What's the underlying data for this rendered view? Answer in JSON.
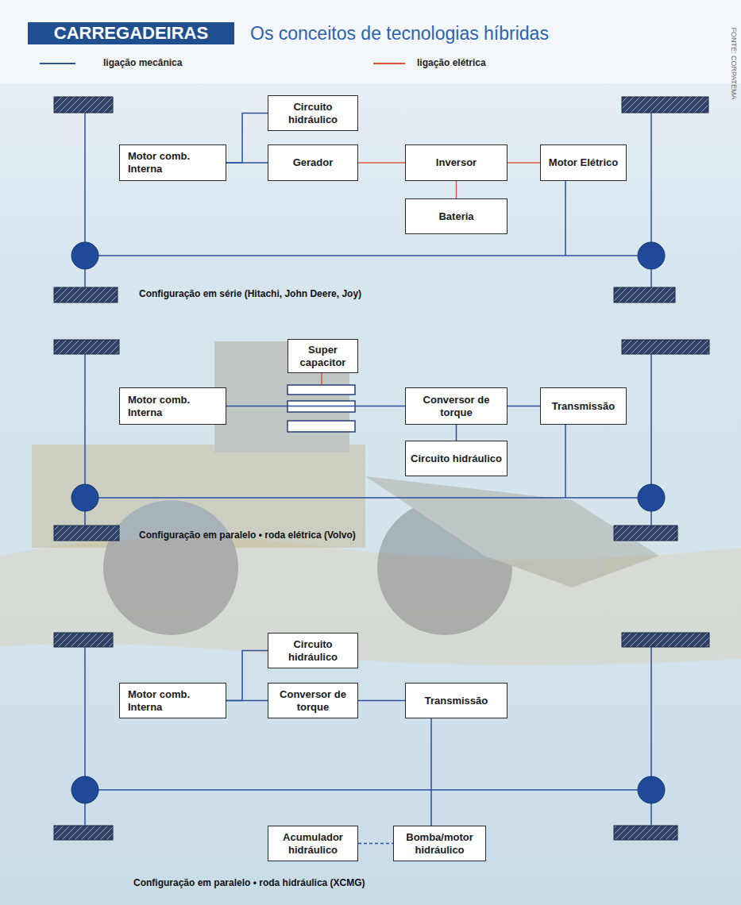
{
  "diagram": {
    "title": "CARREGADEIRAS",
    "nodes": [
      {
        "text": [
          "Circuito hidráulico"
        ]
      },
      {
        "text": [
          "Motor comb. Interna"
        ]
      },
      {
        "text": [
          "Gerador"
        ]
      },
      {
        "text": [
          "Inversor"
        ]
      },
      {
        "text": [
          "Motor Elétrico"
        ]
      },
      {
        "text": [
          "Bateria"
        ]
      },
      {
        "text": [
          "Super capacitor"
        ]
      },
      {
        "text": [
          "Motor comb. Interna"
        ]
      },
      {
        "text": [
          "Conversor de torque"
        ]
      },
      {
        "text": [
          "Transmissão"
        ]
      },
      {
        "text": [
          "Circuito hidráulico"
        ]
      },
      {
        "text": [
          "Circuito hidráulico"
        ]
      },
      {
        "text": [
          "Motor comb. Interna"
        ]
      },
      {
        "text": [
          "Conversor de torque"
        ]
      },
      {
        "text": [
          "Transmissão"
        ]
      },
      {
        "text": [
          "Acumulador hidráulico"
        ]
      },
      {
        "text": [
          "Bomba/motor hidráulico"
        ]
      }
    ],
    "edges": [
      {
        "from": 1,
        "to": 0,
        "arrow": "none"
      },
      {
        "from": 1,
        "to": 2,
        "arrow": "none"
      },
      {
        "from": 2,
        "to": 3,
        "arrow": "none"
      },
      {
        "from": 3,
        "to": 4,
        "arrow": "none"
      },
      {
        "from": 3,
        "to": 5,
        "arrow": "none"
      },
      {
        "from": 7,
        "to": 8,
        "arrow": "none"
      },
      {
        "from": 8,
        "to": 9,
        "arrow": "none"
      },
      {
        "from": 8,
        "to": 10,
        "arrow": "none"
      },
      {
        "from": 12,
        "to": 11,
        "arrow": "none"
      },
      {
        "from": 12,
        "to": 13,
        "arrow": "none"
      },
      {
        "from": 13,
        "to": 14,
        "arrow": "none"
      },
      {
        "from": 15,
        "to": 16,
        "arrow": "none"
      }
    ],
    "labels": [
      "Os conceitos de tecnologias híbridas",
      "FONTE: CORPATEMA",
      "Configuração em série (Hitachi, John Deere, Joy)",
      "Configuração em paralelo • roda elétrica (Volvo)",
      "Configuração em paralelo • roda hidráulica (XCMG)"
    ],
    "legend": [
      {
        "text": "ligação mecânica"
      },
      {
        "text": "ligação elétrica"
      }
    ]
  }
}
